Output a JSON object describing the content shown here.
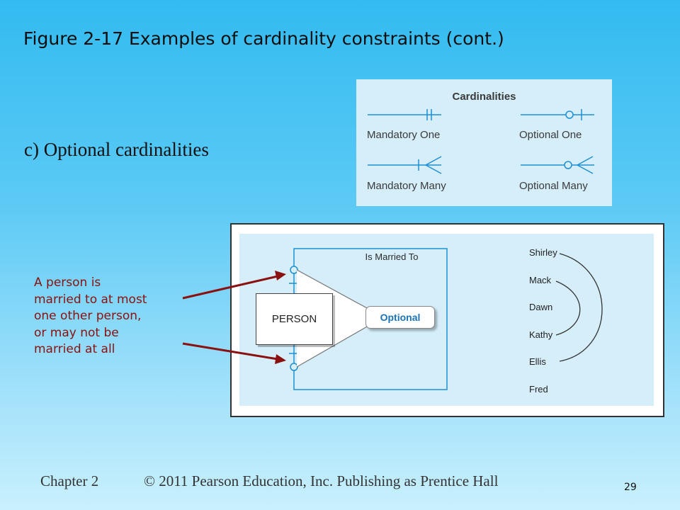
{
  "slide": {
    "title": "Figure 2-17 Examples of cardinality constraints (cont.)",
    "subtitle": "c) Optional cardinalities",
    "page_number": "29"
  },
  "legend": {
    "title": "Cardinalities",
    "items": [
      {
        "label": "Mandatory One",
        "symbol": "mandatory-one-icon"
      },
      {
        "label": "Optional One",
        "symbol": "optional-one-icon"
      },
      {
        "label": "Mandatory Many",
        "symbol": "mandatory-many-icon"
      },
      {
        "label": "Optional Many",
        "symbol": "optional-many-icon"
      }
    ]
  },
  "diagram": {
    "entity": "PERSON",
    "relationship": "Is Married To",
    "callout": "Optional",
    "names": [
      "Shirley",
      "Mack",
      "Dawn",
      "Kathy",
      "Ellis",
      "Fred"
    ]
  },
  "annotation": {
    "lines": [
      "A person is",
      "married to at most",
      "one other person,",
      "or may not be",
      "married at all"
    ],
    "color": "#8b1010"
  },
  "footer": {
    "chapter": "Chapter 2",
    "copyright": "© 2011 Pearson Education, Inc.  Publishing as Prentice Hall"
  },
  "colors": {
    "line_blue": "#1f8fd6",
    "legend_bg": "#d5eefa"
  }
}
